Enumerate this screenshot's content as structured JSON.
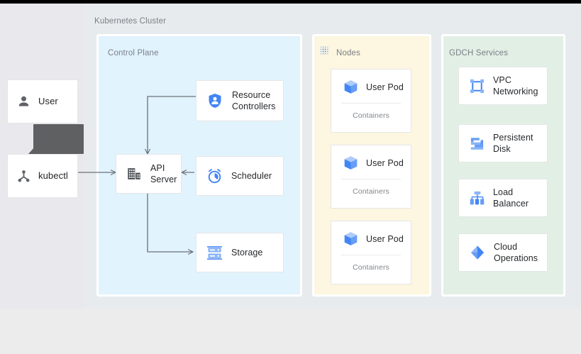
{
  "diagram": {
    "title": "Kubernetes Cluster",
    "colors": {
      "canvas_bg": "#e8ebee",
      "left_panel_bg": "#e9e8ec",
      "control_plane_bg": "#e1f3fd",
      "nodes_bg": "#fdf6e0",
      "gdch_bg": "#e2efe5",
      "card_bg": "#ffffff",
      "icon_blue": "#4285f4",
      "icon_blue_light": "#8ab4f8",
      "icon_grey": "#5f6368",
      "arrow": "#6b7178",
      "tooltip_grey": "#5f6062",
      "topbar": "#000000"
    }
  },
  "actors": [
    {
      "label": "User",
      "icon": "person-icon"
    },
    {
      "label": "kubectl",
      "icon": "share-nodes-icon"
    }
  ],
  "tooltip": {
    "text": "",
    "visible": true
  },
  "zones": [
    {
      "id": "control-plane",
      "title": "Control Plane",
      "icon": null,
      "components": [
        {
          "label": "Resource Controllers",
          "icon": "shield-person-icon"
        },
        {
          "label": "API Server",
          "icon": "api-server-building-icon"
        },
        {
          "label": "Scheduler",
          "icon": "alarm-clock-icon"
        },
        {
          "label": "Storage",
          "icon": "storage-rack-icon"
        }
      ]
    },
    {
      "id": "nodes",
      "title": "Nodes",
      "icon": "dotted-grid-icon",
      "pods": [
        {
          "label": "User Pod",
          "icon": "cube-icon",
          "sublabel": "Containers"
        },
        {
          "label": "User Pod",
          "icon": "cube-icon",
          "sublabel": "Containers"
        },
        {
          "label": "User Pod",
          "icon": "cube-icon",
          "sublabel": "Containers"
        }
      ]
    },
    {
      "id": "gdch-services",
      "title": "GDCH Services",
      "icon": null,
      "services": [
        {
          "label": "VPC Networking",
          "icon": "vpc-network-icon"
        },
        {
          "label": "Persistent Disk",
          "icon": "persistent-disk-icon"
        },
        {
          "label": "Load Balancer",
          "icon": "load-balancer-icon"
        },
        {
          "label": "Cloud Operations",
          "icon": "cloud-operations-cube-icon"
        }
      ]
    }
  ],
  "connections": [
    {
      "from": "kubectl",
      "to": "API Server",
      "direction": "right"
    },
    {
      "from": "Resource Controllers",
      "to": "API Server",
      "direction": "down"
    },
    {
      "from": "Scheduler",
      "to": "API Server",
      "direction": "left"
    },
    {
      "from": "API Server",
      "to": "Storage",
      "direction": "right"
    }
  ]
}
